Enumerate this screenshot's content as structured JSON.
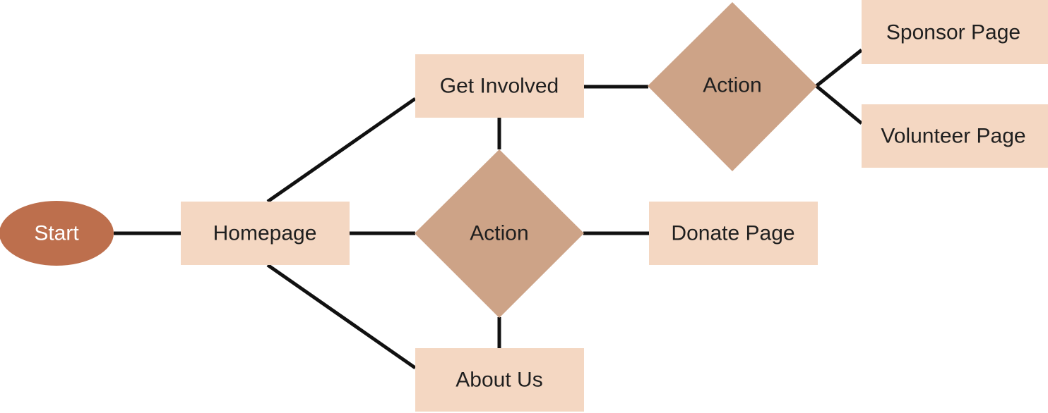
{
  "colors": {
    "start_fill": "#bd6f4d",
    "start_text": "#ffffff",
    "box_fill": "#f4d7c2",
    "decision_fill": "#cda387",
    "text": "#1f1f1f",
    "line": "#111111"
  },
  "nodes": {
    "start": {
      "label": "Start",
      "shape": "ellipse"
    },
    "homepage": {
      "label": "Homepage",
      "shape": "rectangle"
    },
    "get_involved": {
      "label": "Get Involved",
      "shape": "rectangle"
    },
    "about_us": {
      "label": "About Us",
      "shape": "rectangle"
    },
    "action_center": {
      "label": "Action",
      "shape": "diamond"
    },
    "action_top": {
      "label": "Action",
      "shape": "diamond"
    },
    "donate_page": {
      "label": "Donate Page",
      "shape": "rectangle"
    },
    "sponsor_page": {
      "label": "Sponsor Page",
      "shape": "rectangle"
    },
    "volunteer_page": {
      "label": "Volunteer Page",
      "shape": "rectangle"
    }
  },
  "edges": [
    {
      "from": "start",
      "to": "homepage"
    },
    {
      "from": "homepage",
      "to": "get_involved"
    },
    {
      "from": "homepage",
      "to": "action_center"
    },
    {
      "from": "homepage",
      "to": "about_us"
    },
    {
      "from": "get_involved",
      "to": "action_center"
    },
    {
      "from": "action_center",
      "to": "about_us"
    },
    {
      "from": "action_center",
      "to": "donate_page"
    },
    {
      "from": "get_involved",
      "to": "action_top"
    },
    {
      "from": "action_top",
      "to": "sponsor_page"
    },
    {
      "from": "action_top",
      "to": "volunteer_page"
    }
  ]
}
